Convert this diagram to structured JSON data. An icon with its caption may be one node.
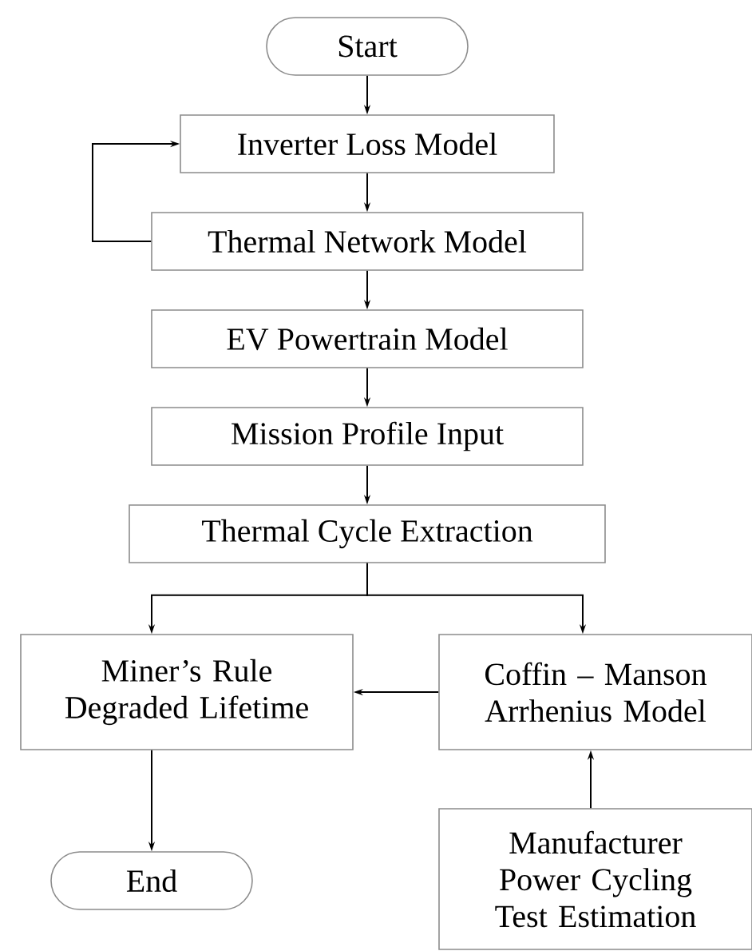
{
  "diagram": {
    "nodes": [
      {
        "text": [
          "Start"
        ]
      },
      {
        "text": [
          "Inverter Loss Model"
        ]
      },
      {
        "text": [
          "Thermal Network Model"
        ]
      },
      {
        "text": [
          "EV Powertrain Model"
        ]
      },
      {
        "text": [
          "Mission Profile Input"
        ]
      },
      {
        "text": [
          "Thermal Cycle Extraction"
        ]
      },
      {
        "text": [
          "Miner’s Rule Degraded Lifetime"
        ]
      },
      {
        "text": [
          "Coffin – Manson Arrhenius Model"
        ]
      },
      {
        "text": [
          "Manufacturer Power Cycling Test Estimation"
        ]
      },
      {
        "text": [
          "End"
        ]
      }
    ],
    "edges": [
      {
        "from": 0,
        "to": 1,
        "arrow": "to"
      },
      {
        "from": 1,
        "to": 2,
        "arrow": "to"
      },
      {
        "from": 2,
        "to": 1,
        "arrow": "to"
      },
      {
        "from": 2,
        "to": 3,
        "arrow": "to"
      },
      {
        "from": 3,
        "to": 4,
        "arrow": "to"
      },
      {
        "from": 4,
        "to": 5,
        "arrow": "to"
      },
      {
        "from": 5,
        "to": 6,
        "arrow": "to"
      },
      {
        "from": 5,
        "to": 7,
        "arrow": "to"
      },
      {
        "from": 7,
        "to": 6,
        "arrow": "to"
      },
      {
        "from": 8,
        "to": 7,
        "arrow": "to"
      },
      {
        "from": 6,
        "to": 9,
        "arrow": "to"
      }
    ]
  }
}
